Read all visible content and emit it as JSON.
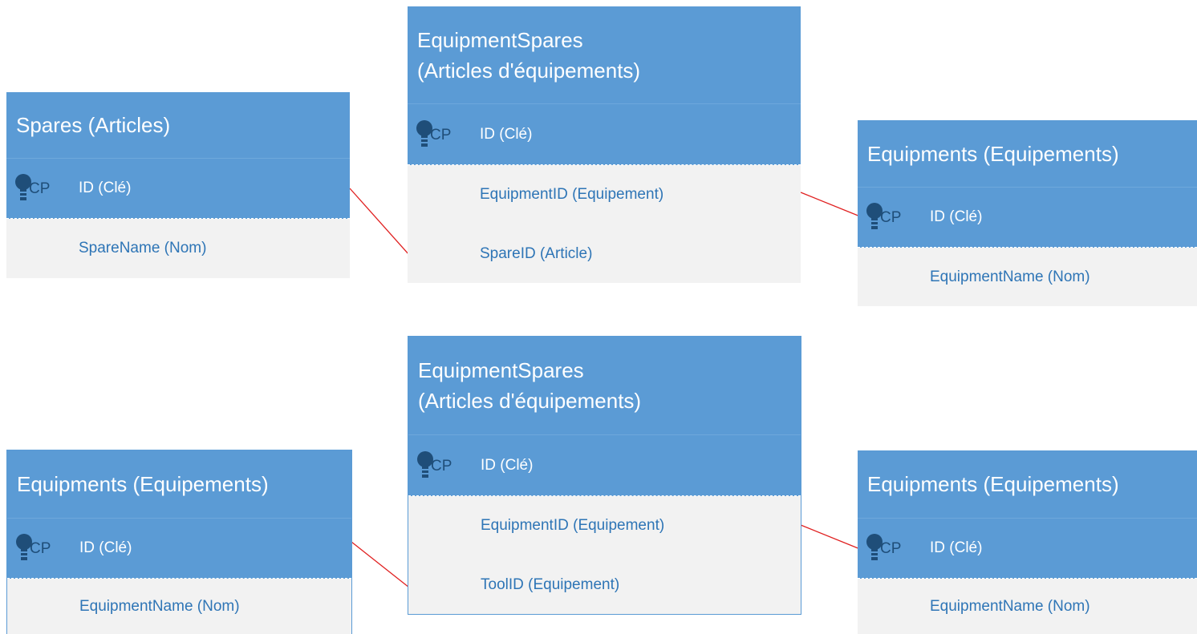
{
  "diagrams": [
    {
      "left": {
        "title": "Spares (Articles)",
        "pk_tag": "CP",
        "pk_name": "ID (Clé)",
        "fields": [
          "SpareName (Nom)"
        ]
      },
      "center": {
        "title_line1": "EquipmentSpares",
        "title_line2": "(Articles d'équipements)",
        "pk_tag": "CP",
        "pk_name": "ID (Clé)",
        "fields": [
          "EquipmentID (Equipement)",
          "SpareID (Article)"
        ]
      },
      "right": {
        "title": "Equipments (Equipements)",
        "pk_tag": "CP",
        "pk_name": "ID (Clé)",
        "fields": [
          "EquipmentName (Nom)"
        ]
      }
    },
    {
      "left": {
        "title": "Equipments (Equipements)",
        "pk_tag": "CP",
        "pk_name": "ID (Clé)",
        "fields": [
          "EquipmentName (Nom)"
        ]
      },
      "center": {
        "title_line1": "EquipmentSpares",
        "title_line2": "(Articles d'équipements)",
        "pk_tag": "CP",
        "pk_name": "ID (Clé)",
        "fields": [
          "EquipmentID (Equipement)",
          "ToolID (Equipement)"
        ]
      },
      "right": {
        "title": "Equipments (Equipements)",
        "pk_tag": "CP",
        "pk_name": "ID (Clé)",
        "fields": [
          "EquipmentName (Nom)"
        ]
      }
    }
  ],
  "colors": {
    "header": "#5b9bd5",
    "body": "#f2f2f2",
    "field_text": "#2e75b6",
    "key_icon": "#1f4e79",
    "connector": "#e02020"
  },
  "icons": {
    "primary_key": "key-icon"
  }
}
